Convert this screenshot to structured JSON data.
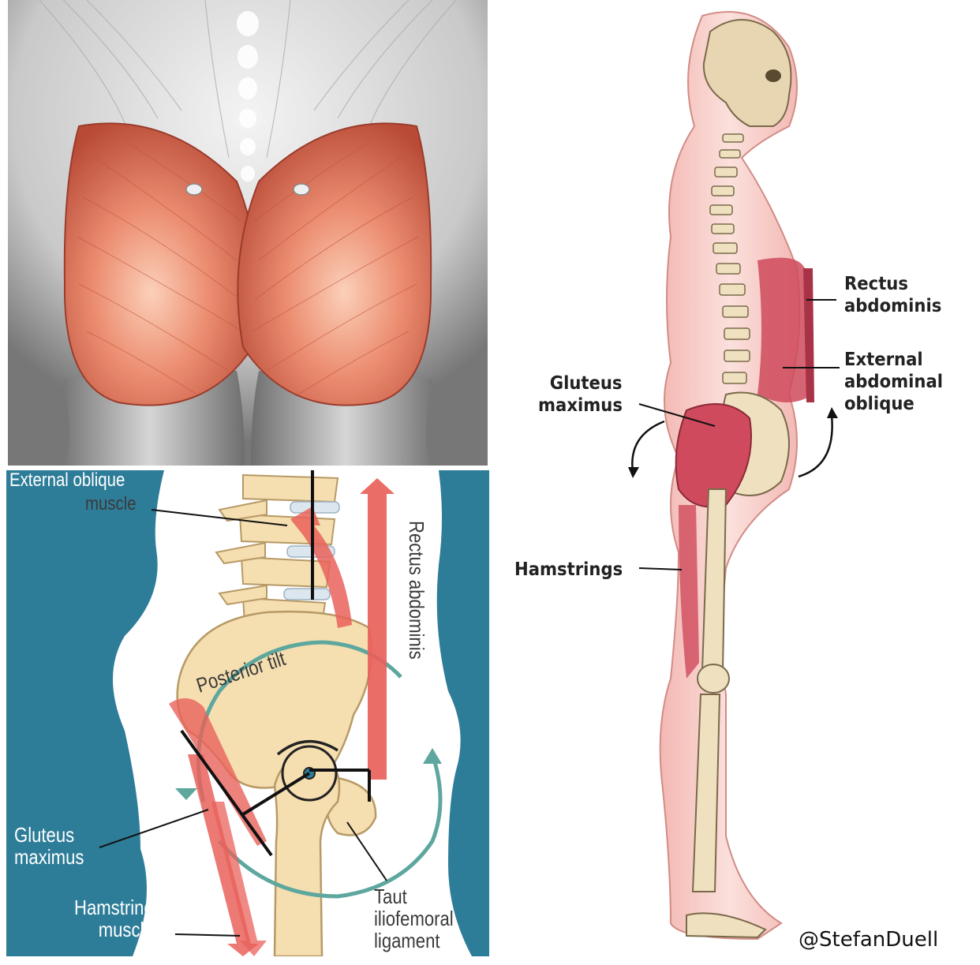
{
  "colors": {
    "muscle": "#e2705a",
    "muscle_dark": "#c2503c",
    "bone": "#f5deb0",
    "teal_bg": "#2e7d98",
    "tilt_arrow": "#5ea79e",
    "red_arrow": "#e9615b",
    "body_skin": "#f6c9c5",
    "body_muscle": "#cf4a5c"
  },
  "pelvis_panel": {
    "external_oblique_line1": "External oblique",
    "external_oblique_line2": "muscle",
    "rectus_abdominis": "Rectus abdominis",
    "posterior_tilt": "Posterior tilt",
    "gluteus_line1": "Gluteus",
    "gluteus_line2": "maximus",
    "hamstring_line1": "Hamstring",
    "hamstring_line2": "muscle",
    "taut_line1": "Taut",
    "taut_line2": "iliofemoral",
    "taut_line3": "ligament"
  },
  "body_panel": {
    "rectus_line1": "Rectus",
    "rectus_line2": "abdominis",
    "external_line1": "External",
    "external_line2": "abdominal",
    "external_line3": "oblique",
    "gluteus_line1": "Gluteus",
    "gluteus_line2": "maximus",
    "hamstrings": "Hamstrings"
  },
  "credit": "@StefanDuell"
}
